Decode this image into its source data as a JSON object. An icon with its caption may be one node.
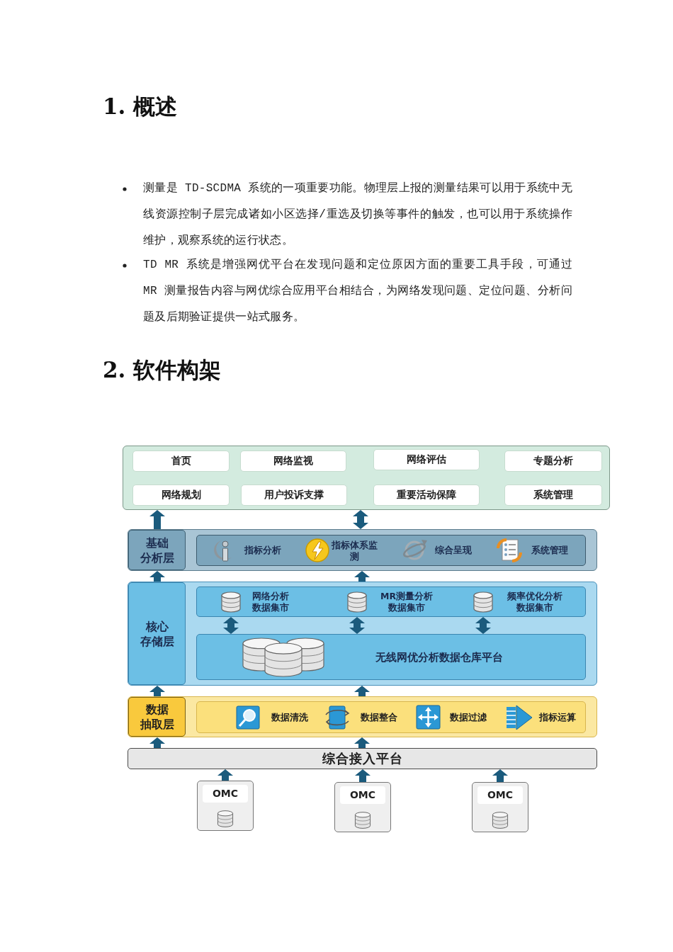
{
  "diagram": {
    "nodes": [
      {
        "text": [],
        "shape": "box"
      },
      {
        "text": [
          "首页"
        ],
        "in": 0
      },
      {
        "text": [
          "网络监视"
        ],
        "in": 0
      },
      {
        "text": [
          "网络评估"
        ],
        "in": 0
      },
      {
        "text": [
          "专题分析"
        ],
        "in": 0
      },
      {
        "text": [
          "网络规划"
        ],
        "in": 0
      },
      {
        "text": [
          "用户投诉支撑"
        ],
        "in": 0
      },
      {
        "text": [
          "重要活动保障"
        ],
        "in": 0
      },
      {
        "text": [
          "系统管理"
        ],
        "in": 0
      },
      {
        "text": [],
        "shape": "box"
      },
      {
        "text": [
          "基础分析层"
        ],
        "in": 9
      },
      {
        "text": [
          "指标分析",
          "指标体系监测",
          "综合呈现",
          "系统管理"
        ],
        "in": 9
      },
      {
        "text": [],
        "shape": "box"
      },
      {
        "text": [
          "核心存储层"
        ],
        "in": 12
      },
      {
        "text": [
          "网络分析数据集市",
          "MR测量分析数据集市",
          "频率优化分析数据集市"
        ],
        "in": 12
      },
      {
        "text": [
          "无线网优分析数据仓库平台"
        ],
        "in": 12
      },
      {
        "text": [],
        "shape": "box"
      },
      {
        "text": [
          "数据抽取层"
        ],
        "in": 16
      },
      {
        "text": [
          "数据清洗",
          "数据整合",
          "数据过滤",
          "指标运算"
        ],
        "in": 16
      },
      {
        "text": [
          "综合接入平台"
        ]
      },
      {
        "text": [
          "OMC"
        ]
      },
      {
        "text": [
          "OMC"
        ]
      },
      {
        "text": [
          "OMC"
        ]
      }
    ],
    "edges": [
      {
        "from": 9,
        "to": 0,
        "arrow": "to"
      },
      {
        "from": 9,
        "to": 0,
        "arrow": "both"
      },
      {
        "from": 12,
        "to": 9,
        "arrow": "to"
      },
      {
        "from": 12,
        "to": 9,
        "arrow": "to"
      },
      {
        "from": 14,
        "to": 15,
        "arrow": "both"
      },
      {
        "from": 14,
        "to": 15,
        "arrow": "both"
      },
      {
        "from": 14,
        "to": 15,
        "arrow": "both"
      },
      {
        "from": 16,
        "to": 12,
        "arrow": "to"
      },
      {
        "from": 16,
        "to": 12,
        "arrow": "to"
      },
      {
        "from": 19,
        "to": 16,
        "arrow": "to"
      },
      {
        "from": 19,
        "to": 16,
        "arrow": "to"
      },
      {
        "from": 20,
        "to": 19,
        "arrow": "to"
      },
      {
        "from": 21,
        "to": 19,
        "arrow": "to"
      },
      {
        "from": 22,
        "to": 19,
        "arrow": "to"
      }
    ],
    "labels": [
      "1. 概述",
      "测量是 TD-SCDMA 系统的一项重要功能。物理层上报的测量结果可以用于系统中无线资源控制子层完成诸如小区选择/重选及切换等事件的触发，也可以用于系统操作维护，观察系统的运行状态。",
      "TD MR 系统是增强网优平台在发现问题和定位原因方面的重要工具手段，可通过 MR 测量报告内容与网优综合应用平台相结合，为网络发现问题、定位问题、分析问题及后期验证提供一站式服务。",
      "2. 软件构架"
    ]
  }
}
